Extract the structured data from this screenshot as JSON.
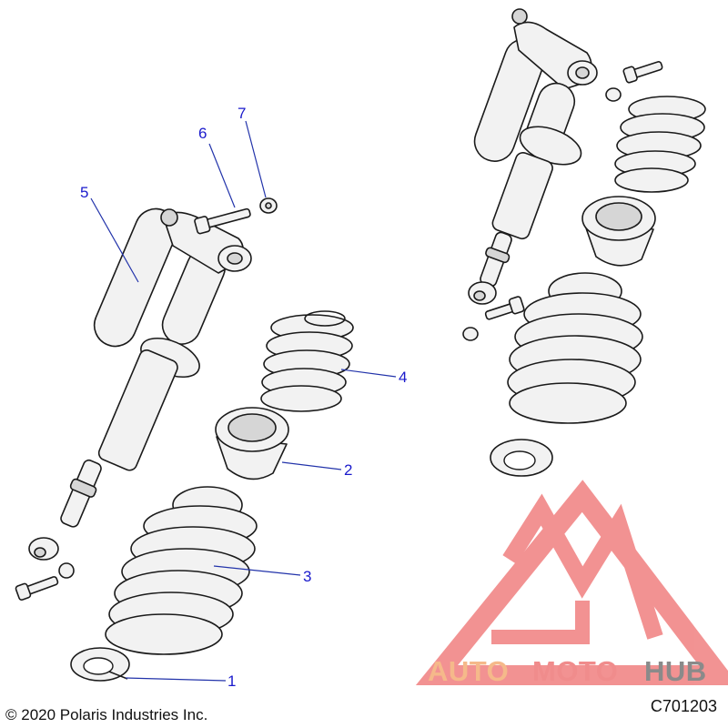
{
  "callouts": [
    {
      "id": "1",
      "label": "1"
    },
    {
      "id": "2",
      "label": "2"
    },
    {
      "id": "3",
      "label": "3"
    },
    {
      "id": "4",
      "label": "4"
    },
    {
      "id": "5",
      "label": "5"
    },
    {
      "id": "6",
      "label": "6"
    },
    {
      "id": "7",
      "label": "7"
    }
  ],
  "footer": {
    "copyright": "© 2020 Polaris Industries Inc.",
    "diagram_code": "C701203"
  },
  "watermark": {
    "text_part1": "AUTO",
    "text_part2": "MOTO",
    "text_part3": "HUB",
    "color_part1": "#f5b98a",
    "color_part2": "#f08c8c",
    "color_part3": "#8a8a8a",
    "logo_color": "#f08080"
  },
  "colors": {
    "callout_text": "#1a1acc",
    "leader_line": "#2233aa",
    "part_fill": "#f2f2f2",
    "outline": "#1a1a1a"
  }
}
